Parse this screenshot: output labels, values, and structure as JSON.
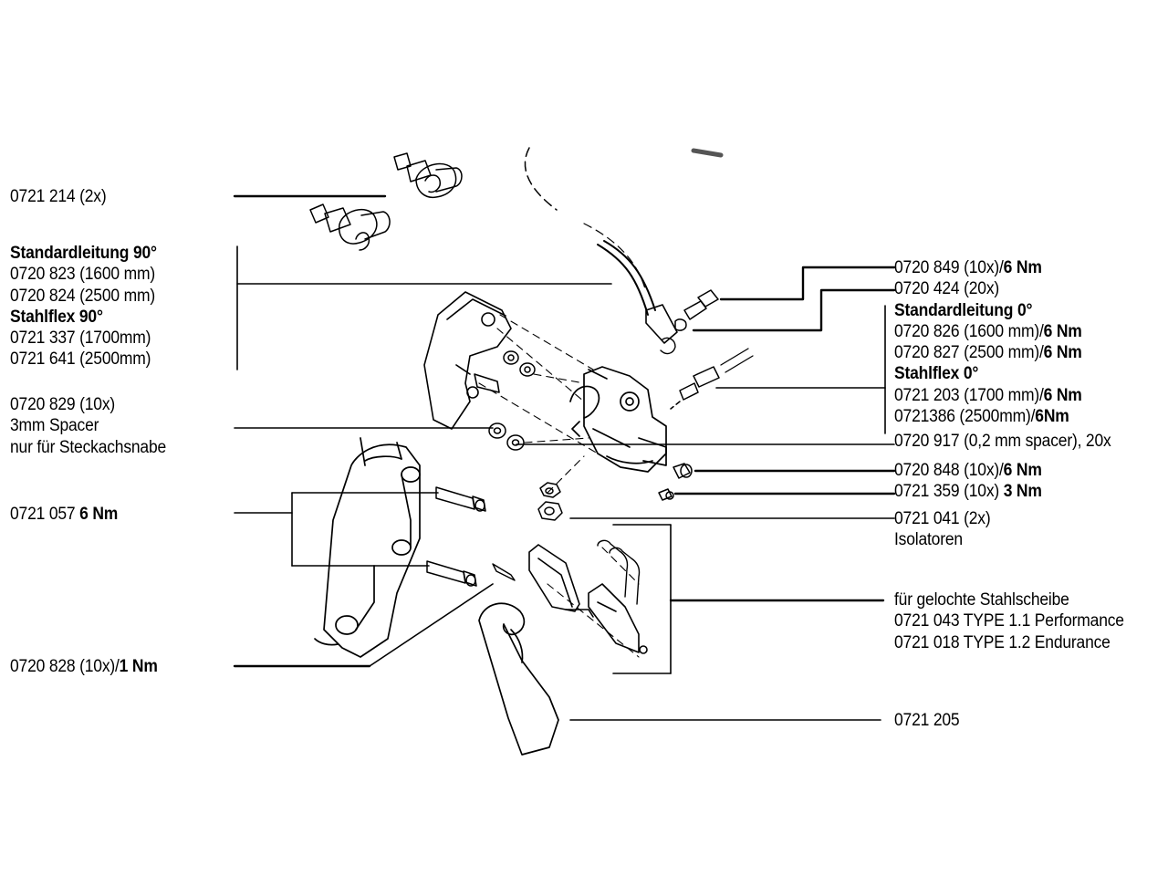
{
  "labels": {
    "l_0721214": "0721 214 (2x)",
    "l_std90_title": "Standardleitung 90°",
    "l_0720823": "0720 823 (1600 mm)",
    "l_0720824": "0720 824 (2500 mm)",
    "l_stahl90_title": "Stahlflex 90°",
    "l_0721337": "0721 337 (1700mm)",
    "l_0721641": "0721 641 (2500mm)",
    "l_0720829": "0720 829 (10x)",
    "l_spacer": "3mm Spacer",
    "l_steckachse": "nur für Steckachsnabe",
    "l_0721057": "0721 057",
    "l_0721057_torque": "6 Nm",
    "l_0720828": "0720 828 (10x)/",
    "l_0720828_torque": "1 Nm",
    "r_0720849": "0720 849 (10x)/",
    "r_0720849_torque": "6 Nm",
    "r_0720424": "0720 424 (20x)",
    "r_std0_title": "Standardleitung 0°",
    "r_0720826": "0720 826 (1600 mm)/",
    "r_0720826_torque": "6 Nm",
    "r_0720827": "0720 827 (2500 mm)/",
    "r_0720827_torque": "6 Nm",
    "r_stahl0_title": "Stahlflex 0°",
    "r_0721203": "0721 203 (1700 mm)/",
    "r_0721203_torque": "6 Nm",
    "r_0721386": "0721386 (2500mm)/",
    "r_0721386_torque": "6Nm",
    "r_0720917": "0720 917 (0,2 mm spacer), 20x",
    "r_0720848": "0720 848 (10x)/",
    "r_0720848_torque": "6 Nm",
    "r_0721359": "0721 359 (10x)",
    "r_0721359_torque": "3  Nm",
    "r_0721041": "0721 041 (2x)",
    "r_isolatoren": "Isolatoren",
    "r_gelocht": "für gelochte Stahlscheibe",
    "r_0721043": "0721 043 TYPE 1.1 Performance",
    "r_0721018": "0721 018 TYPE 1.2 Endurance",
    "r_0721205": "0721 205"
  }
}
